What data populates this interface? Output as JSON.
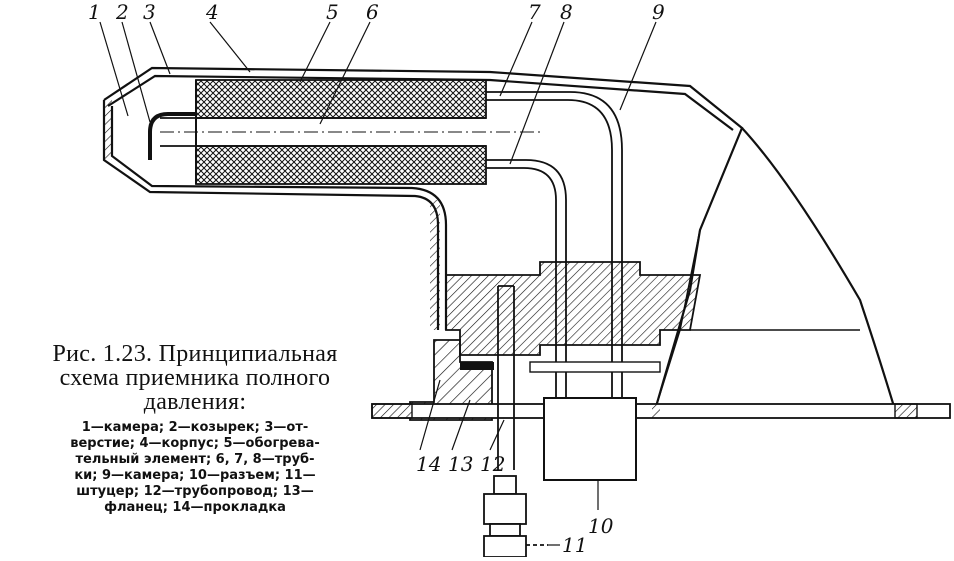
{
  "figure": {
    "caption_line1": "Рис. 1.23. Принципиальная",
    "caption_line2": "схема приемника полного",
    "caption_line3": "давления:",
    "legend_line1": "1—камера; 2—козырек; 3—от-",
    "legend_line2": "верстие; 4—корпус; 5—обогрева-",
    "legend_line3": "тельный элемент; 6, 7, 8—труб-",
    "legend_line4": "ки; 9—камера; 10—разъем; 11—",
    "legend_line5": "штуцер; 12—трубопровод; 13—",
    "legend_line6": "фланец; 14—прокладка"
  },
  "callouts": {
    "n1": "1",
    "n2": "2",
    "n3": "3",
    "n4": "4",
    "n5": "5",
    "n6": "6",
    "n7": "7",
    "n8": "8",
    "n9": "9",
    "n10": "10",
    "n11": "11",
    "n12": "12",
    "n13": "13",
    "n14": "14"
  },
  "colors": {
    "ink": "#111111",
    "paper": "#ffffff"
  }
}
